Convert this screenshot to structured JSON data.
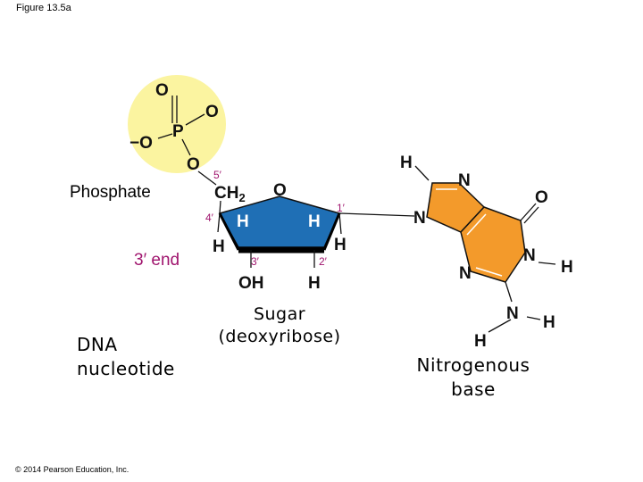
{
  "figure_label": "Figure 13.5a",
  "copyright": "© 2014 Pearson Education, Inc.",
  "labels": {
    "phosphate": "Phosphate",
    "end": "3′ end",
    "dna_line1": "DNA",
    "dna_line2": "nucleotide",
    "sugar_line1": "Sugar",
    "sugar_line2": "(deoxyribose)",
    "base_line1": "Nitrogenous",
    "base_line2": "base"
  },
  "atoms": {
    "phosphate": {
      "o_top": "O",
      "o_right": "O",
      "o_left": "−O",
      "p": "P",
      "o_bottom": "O"
    },
    "sugar": {
      "ch2": "CH",
      "ch2_sub": "2",
      "o_ring": "O",
      "h_4": "H",
      "h_1": "H",
      "h_4_down": "H",
      "h_1_down": "H",
      "oh": "OH",
      "h_2": "H"
    },
    "base": {
      "h_top": "H",
      "n_top": "N",
      "o_right": "O",
      "n_left": "N",
      "n_right": "N",
      "h_right": "H",
      "n_bottom": "N",
      "n_amine": "N",
      "h_amine_right": "H",
      "h_amine_down": "H"
    }
  },
  "primes": {
    "c5": "5′",
    "c4": "4′",
    "c1": "1′",
    "c3": "3′",
    "c2": "2′"
  },
  "colors": {
    "phosphate_fill": "#fbf4a0",
    "sugar_fill": "#1f6fb5",
    "base_fill": "#f39a2b",
    "prime_text": "#a0156e"
  }
}
